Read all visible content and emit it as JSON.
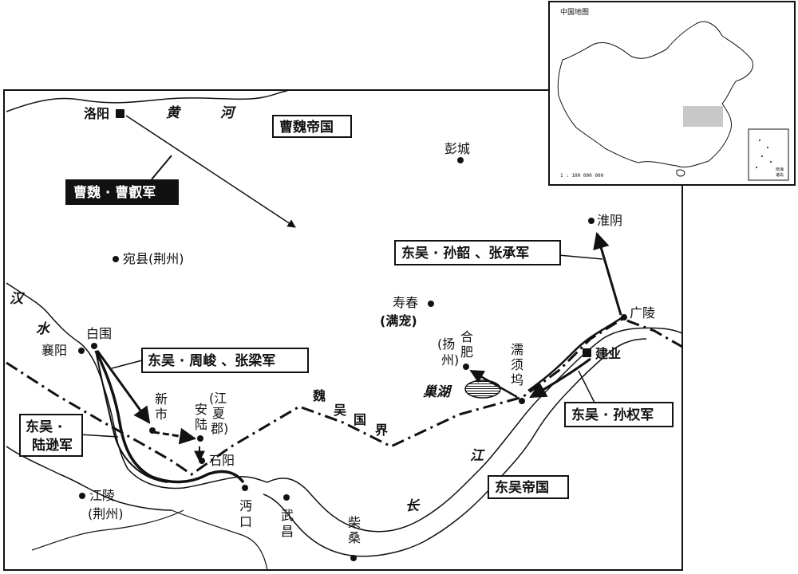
{
  "inset": {
    "title": "中国地图",
    "scale": "1 : 100 000 000",
    "south_sea_label_1": "南海",
    "south_sea_label_2": "诸岛"
  },
  "rivers": {
    "huang": "黄",
    "he": "河",
    "han": "汉",
    "shui": "水",
    "jiang": "江",
    "chang": "长",
    "chaohu": "巢湖"
  },
  "states": {
    "caowei": "曹魏帝国",
    "dongwu": "东吴帝国",
    "border_1": "魏",
    "border_2": "吴",
    "border_3": "国",
    "border_4": "界"
  },
  "armies": {
    "caowei_caoxiu": "曹魏 · 曹叡军",
    "dongwu_sunshao": "东吴 · 孙韶 、张承军",
    "dongwu_zhoujun": "东吴 · 周峻 、张梁军",
    "dongwu_luxun_1": "东吴 ·",
    "dongwu_luxun_2": "陆逊军",
    "dongwu_sunquan": "东吴 · 孙权军"
  },
  "cities": {
    "luoyang": "洛阳",
    "pengcheng": "彭城",
    "wanxian": "宛县(荆州)",
    "huaiyin": "淮阴",
    "shouchun": "寿春",
    "shouchun_note": "(满宠)",
    "guangling": "广陵",
    "jianye": "建业",
    "baiwei": "白围",
    "xiangyang": "襄阳",
    "hefei_1": "合",
    "hefei_2": "肥",
    "yangzhou_1": "(扬",
    "yangzhou_2": "州)",
    "ruxu_1": "濡",
    "ruxu_2": "须",
    "ruxu_3": "坞",
    "xinshi_1": "新",
    "xinshi_2": "市",
    "anlu_1": "安",
    "anlu_2": "陆",
    "jiangxia_1": "(江",
    "jiangxia_2": "夏",
    "jiangxia_3": "郡)",
    "shiyang": "石阳",
    "jiangling": "江陵",
    "jiangling_note": "(荆州)",
    "miankou_1": "沔",
    "miankou_2": "口",
    "wuchang_1": "武",
    "wuchang_2": "昌",
    "chaisang_1": "柴",
    "chaisang_2": "桑"
  }
}
